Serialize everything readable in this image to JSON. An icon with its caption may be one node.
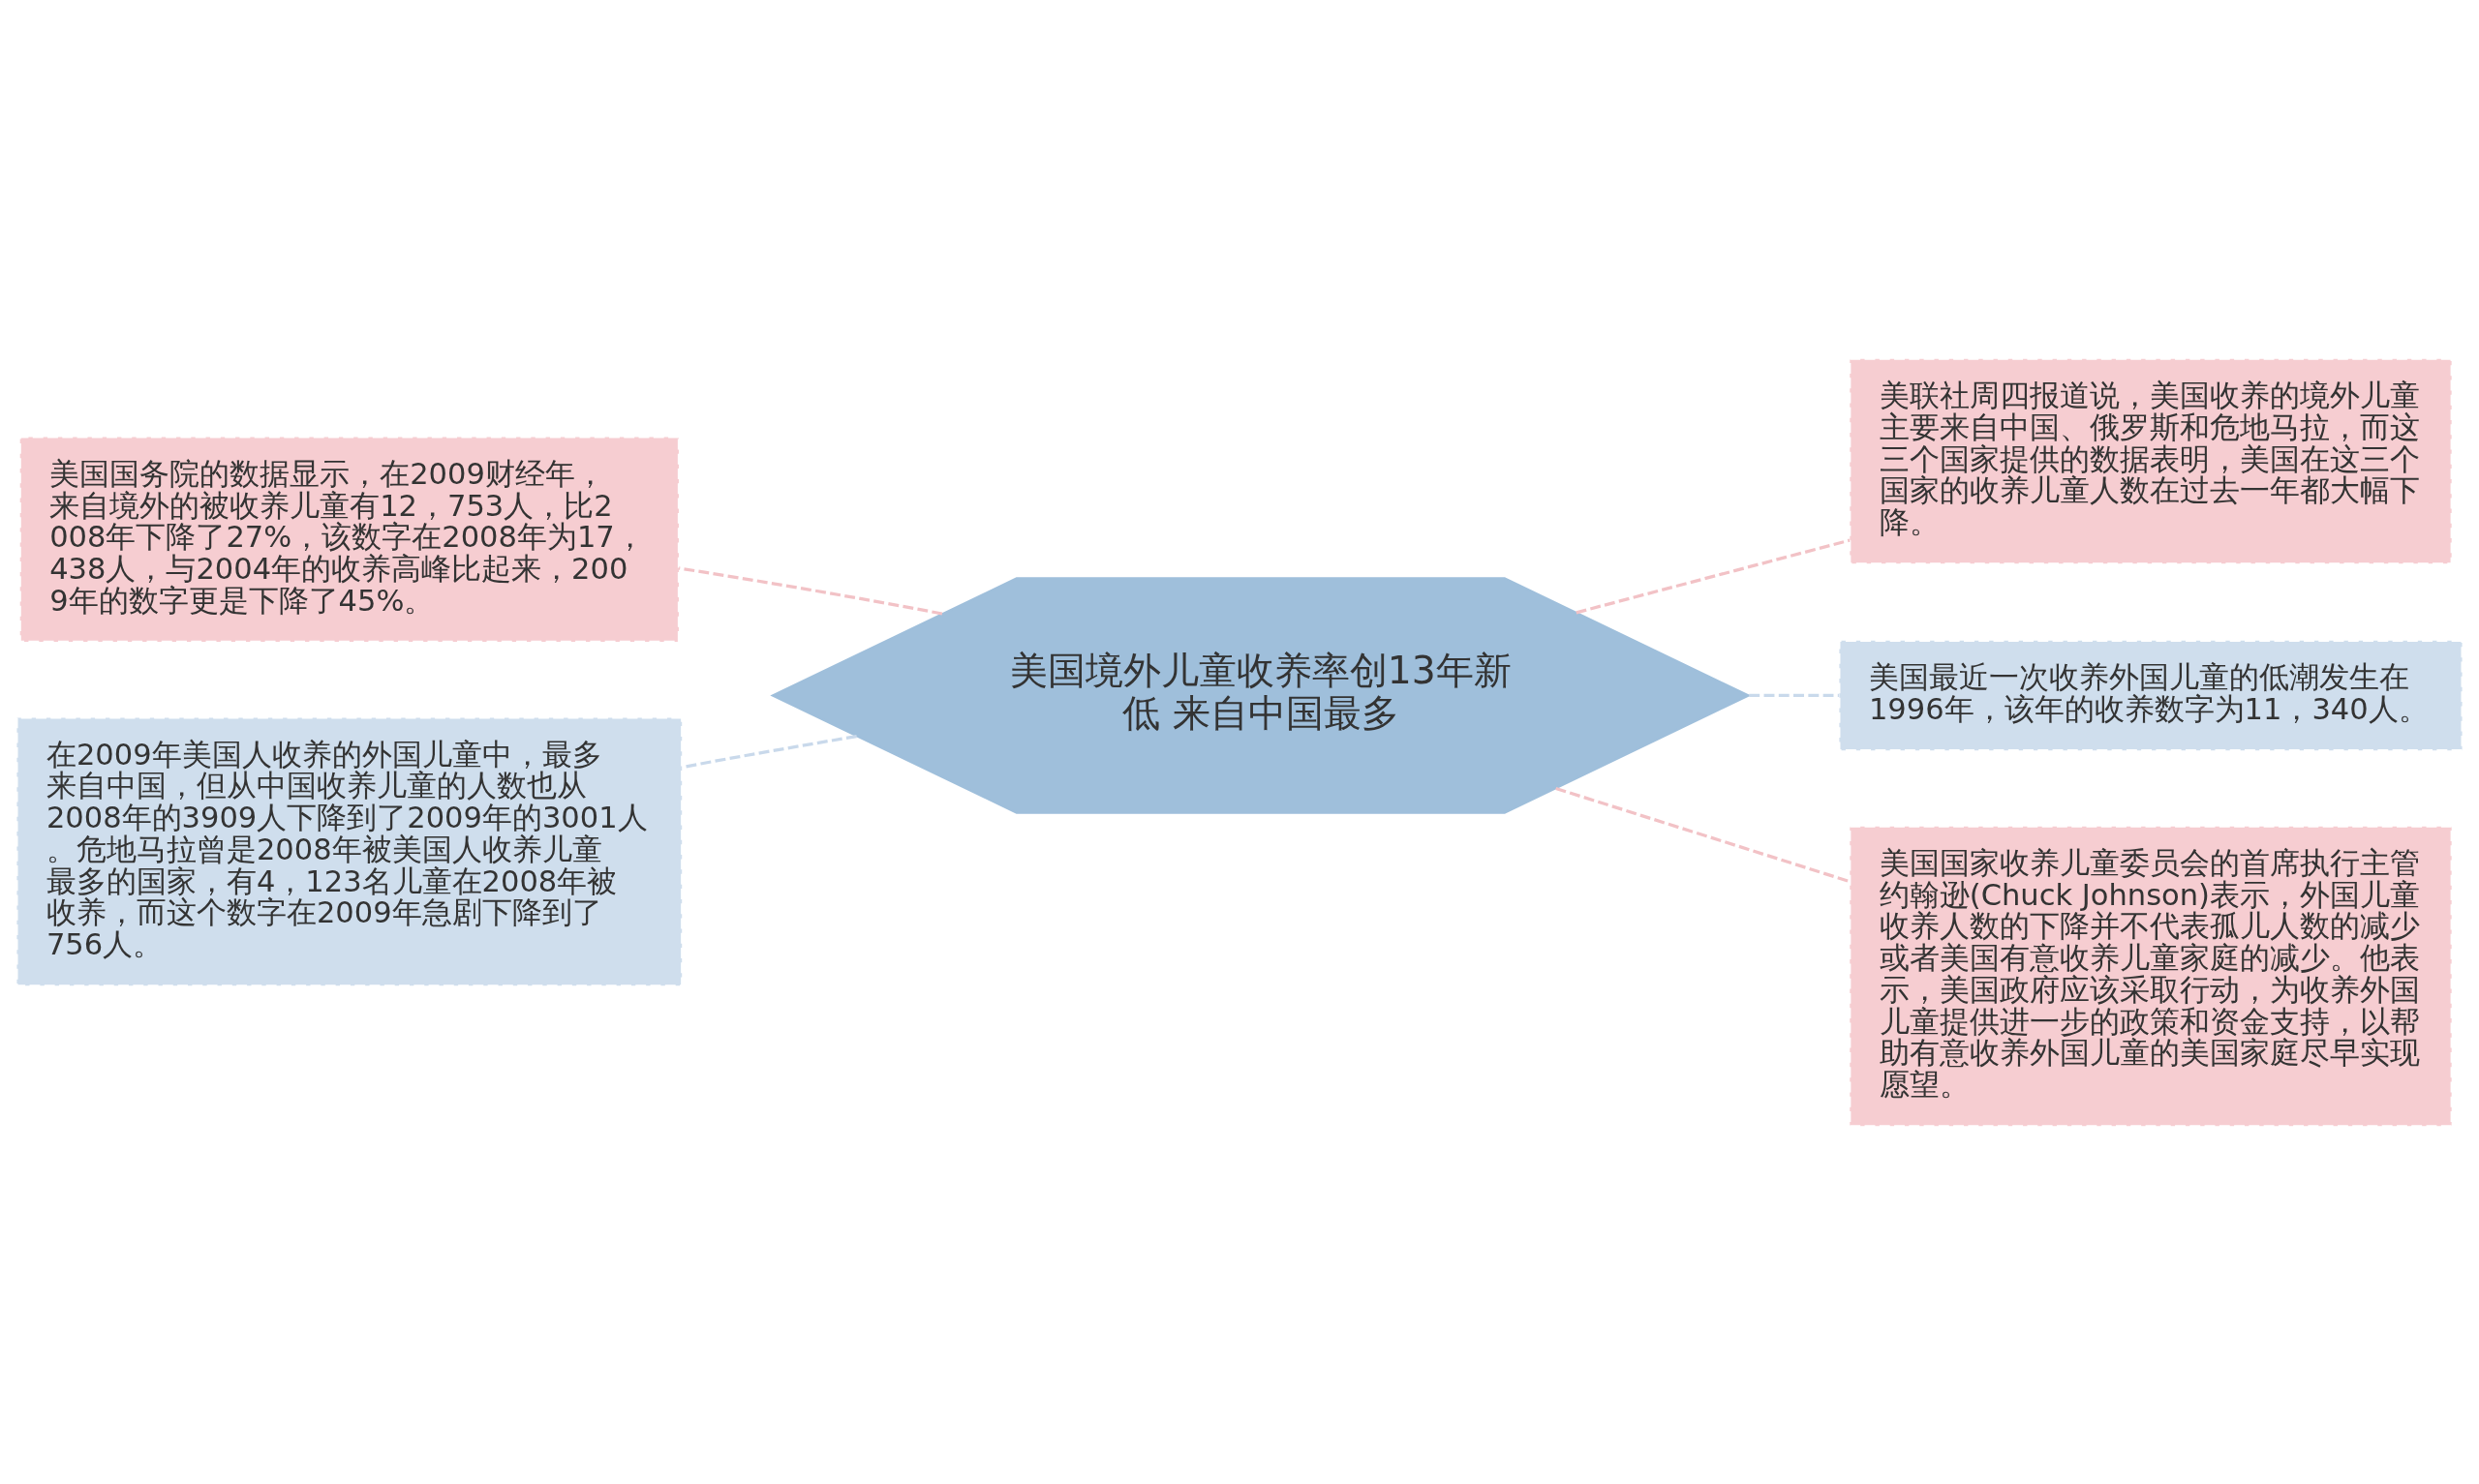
{
  "diagram": {
    "nodes": [
      {
        "text": [
          "美国境外儿童收养率创13年新低 来自中国最多"
        ]
      },
      {
        "text": [
          "美国国务院的数据显示，在2009财经年，来自境外的被收养儿童有12，753人，比2008年下降了27%，该数字在2008年为17，438人，与2004年的收养高峰比起来，2009年的数字更是下降了45%。"
        ]
      },
      {
        "text": [
          "在2009年美国人收养的外国儿童中，最多来自中国，但从中国收养儿童的人数也从2008年的3909人下降到了2009年的3001人。危地马拉曾是2008年被美国人收养儿童最多的国家，有4，123名儿童在2008年被收养，而这个数字在2009年急剧下降到了756人。"
        ]
      },
      {
        "text": [
          "美联社周四报道说，美国收养的境外儿童主要来自中国、俄罗斯和危地马拉，而这三个国家提供的数据表明，美国在这三个国家的收养儿童人数在过去一年都大幅下降。"
        ]
      },
      {
        "text": [
          "美国最近一次收养外国儿童的低潮发生在1996年，该年的收养数字为11，340人。"
        ]
      },
      {
        "text": [
          "美国国家收养儿童委员会的首席执行主管约翰逊(Chuck Johnson)表示，外国儿童收养人数的下降并不代表孤儿人数的减少或者美国有意收养儿童家庭的减少。他表示，美国政府应该采取行动，为收养外国儿童提供进一步的政策和资金支持，以帮助有意收养外国儿童的美国家庭尽早实现愿望。"
        ]
      }
    ],
    "edges": [
      {
        "from": 0,
        "to": 1,
        "arrow": "none",
        "style": "dashed"
      },
      {
        "from": 0,
        "to": 2,
        "arrow": "none",
        "style": "dashed",
        "color": "#c9d9eb"
      },
      {
        "from": 0,
        "to": 3,
        "arrow": "none",
        "style": "dashed"
      },
      {
        "from": 0,
        "to": 4,
        "arrow": "none",
        "style": "dashed",
        "color": "#c9d9eb"
      },
      {
        "from": 0,
        "to": 5,
        "arrow": "none",
        "style": "dashed"
      }
    ]
  }
}
